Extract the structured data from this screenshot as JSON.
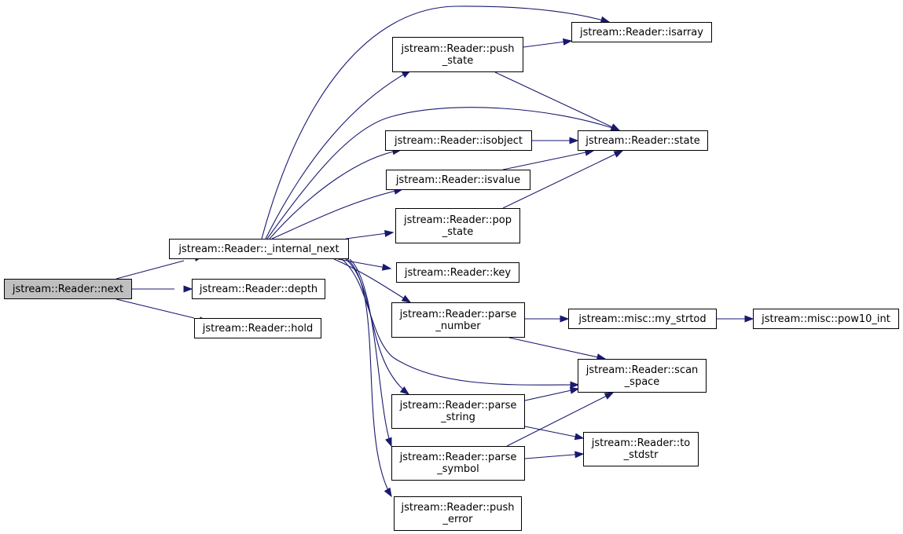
{
  "diagram": {
    "nodes": {
      "next": {
        "lines": [
          "jstream::Reader::next"
        ]
      },
      "internal_next": {
        "lines": [
          "jstream::Reader::_internal_next"
        ]
      },
      "depth": {
        "lines": [
          "jstream::Reader::depth"
        ]
      },
      "hold": {
        "lines": [
          "jstream::Reader::hold"
        ]
      },
      "isarray": {
        "lines": [
          "jstream::Reader::isarray"
        ]
      },
      "push_state": {
        "lines": [
          "jstream::Reader::push",
          "_state"
        ]
      },
      "state": {
        "lines": [
          "jstream::Reader::state"
        ]
      },
      "isobject": {
        "lines": [
          "jstream::Reader::isobject"
        ]
      },
      "isvalue": {
        "lines": [
          "jstream::Reader::isvalue"
        ]
      },
      "pop_state": {
        "lines": [
          "jstream::Reader::pop",
          "_state"
        ]
      },
      "key": {
        "lines": [
          "jstream::Reader::key"
        ]
      },
      "parse_number": {
        "lines": [
          "jstream::Reader::parse",
          "_number"
        ]
      },
      "my_strtod": {
        "lines": [
          "jstream::misc::my_strtod"
        ]
      },
      "pow10_int": {
        "lines": [
          "jstream::misc::pow10_int"
        ]
      },
      "scan_space": {
        "lines": [
          "jstream::Reader::scan",
          "_space"
        ]
      },
      "parse_string": {
        "lines": [
          "jstream::Reader::parse",
          "_string"
        ]
      },
      "to_stdstr": {
        "lines": [
          "jstream::Reader::to",
          "_stdstr"
        ]
      },
      "parse_symbol": {
        "lines": [
          "jstream::Reader::parse",
          "_symbol"
        ]
      },
      "push_error": {
        "lines": [
          "jstream::Reader::push",
          "_error"
        ]
      }
    },
    "edges": [
      [
        "next",
        "internal_next"
      ],
      [
        "next",
        "depth"
      ],
      [
        "next",
        "hold"
      ],
      [
        "internal_next",
        "isarray"
      ],
      [
        "internal_next",
        "push_state"
      ],
      [
        "internal_next",
        "state"
      ],
      [
        "internal_next",
        "isobject"
      ],
      [
        "internal_next",
        "isvalue"
      ],
      [
        "internal_next",
        "pop_state"
      ],
      [
        "internal_next",
        "key"
      ],
      [
        "internal_next",
        "parse_number"
      ],
      [
        "internal_next",
        "scan_space"
      ],
      [
        "internal_next",
        "parse_string"
      ],
      [
        "internal_next",
        "parse_symbol"
      ],
      [
        "internal_next",
        "push_error"
      ],
      [
        "push_state",
        "isarray"
      ],
      [
        "push_state",
        "state"
      ],
      [
        "isobject",
        "state"
      ],
      [
        "isvalue",
        "state"
      ],
      [
        "pop_state",
        "state"
      ],
      [
        "parse_number",
        "my_strtod"
      ],
      [
        "parse_number",
        "scan_space"
      ],
      [
        "my_strtod",
        "pow10_int"
      ],
      [
        "parse_string",
        "scan_space"
      ],
      [
        "parse_string",
        "to_stdstr"
      ],
      [
        "parse_symbol",
        "scan_space"
      ],
      [
        "parse_symbol",
        "to_stdstr"
      ]
    ],
    "colors": {
      "edge": "#191970",
      "root_fill": "#bfbfbf",
      "node_fill": "#ffffff",
      "border": "#000000"
    }
  }
}
